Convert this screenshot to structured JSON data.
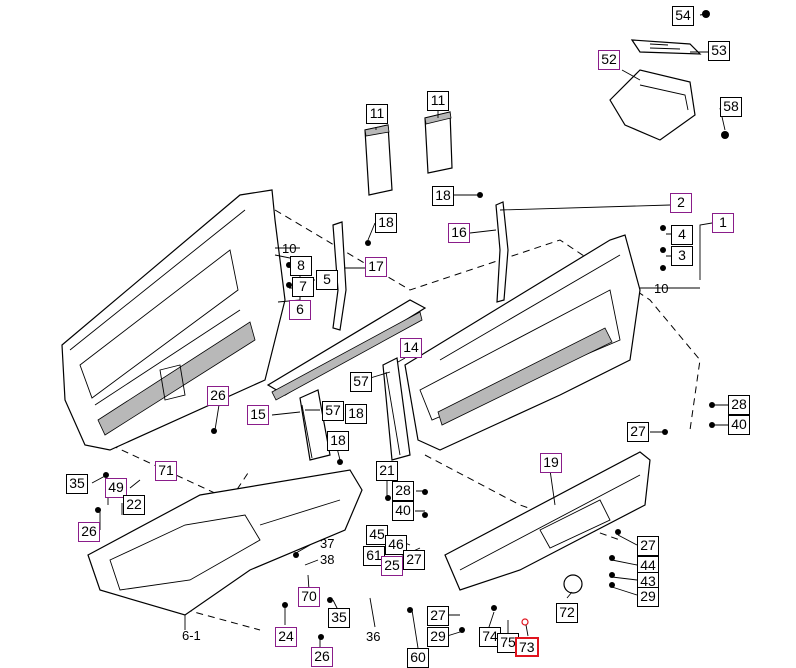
{
  "colors": {
    "ink": "#000000",
    "purple_border": "#8a1d8a",
    "highlight_border": "#e0141e",
    "background": "#ffffff"
  },
  "callouts": {
    "c54": "54",
    "c53": "53",
    "c52": "52",
    "c58": "58",
    "c11a": "11",
    "c11b": "11",
    "c18a": "18",
    "c18b": "18",
    "c2": "2",
    "c1": "1",
    "c4": "4",
    "c3": "3",
    "c16": "16",
    "c8": "8",
    "c7": "7",
    "c5": "5",
    "c6": "6",
    "c17": "17",
    "c14": "14",
    "c57a": "57",
    "c57b": "57",
    "c26a": "26",
    "c15": "15",
    "c18c": "18",
    "c18d": "18",
    "c19": "19",
    "c28a": "28",
    "c40a": "40",
    "c27a": "27",
    "c21": "21",
    "c28b": "28",
    "c40b": "40",
    "c35a": "35",
    "c71": "71",
    "c49": "49",
    "c22": "22",
    "c26b": "26",
    "c45": "45",
    "c46": "46",
    "c27b": "27",
    "c61": "61",
    "c25": "25",
    "c70": "70",
    "c35b": "35",
    "c24": "24",
    "c26c": "26",
    "c27c": "27",
    "c29a": "29",
    "c74": "74",
    "c75": "75",
    "c73": "73",
    "c72": "72",
    "c27d": "27",
    "c44": "44",
    "c43": "43",
    "c29b": "29",
    "c60": "60"
  },
  "labels": {
    "l10a": "10",
    "l10b": "10",
    "l37": "37",
    "l38": "38",
    "l36": "36",
    "l6_1": "6-1"
  }
}
